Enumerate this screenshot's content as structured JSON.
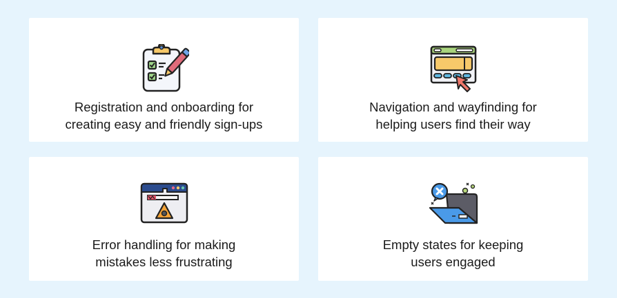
{
  "background_color": "#e6f4fd",
  "cards": [
    {
      "icon": "clipboard-checklist-pencil-icon",
      "lines": [
        "Registration and onboarding for",
        "creating easy and friendly sign-ups"
      ]
    },
    {
      "icon": "browser-window-cursor-icon",
      "lines": [
        "Navigation and wayfinding for",
        "helping users find their way"
      ]
    },
    {
      "icon": "browser-warning-error-icon",
      "lines": [
        "Error handling for making",
        "mistakes less frustrating"
      ]
    },
    {
      "icon": "empty-folder-x-icon",
      "lines": [
        "Empty states for keeping",
        "users engaged"
      ]
    }
  ]
}
